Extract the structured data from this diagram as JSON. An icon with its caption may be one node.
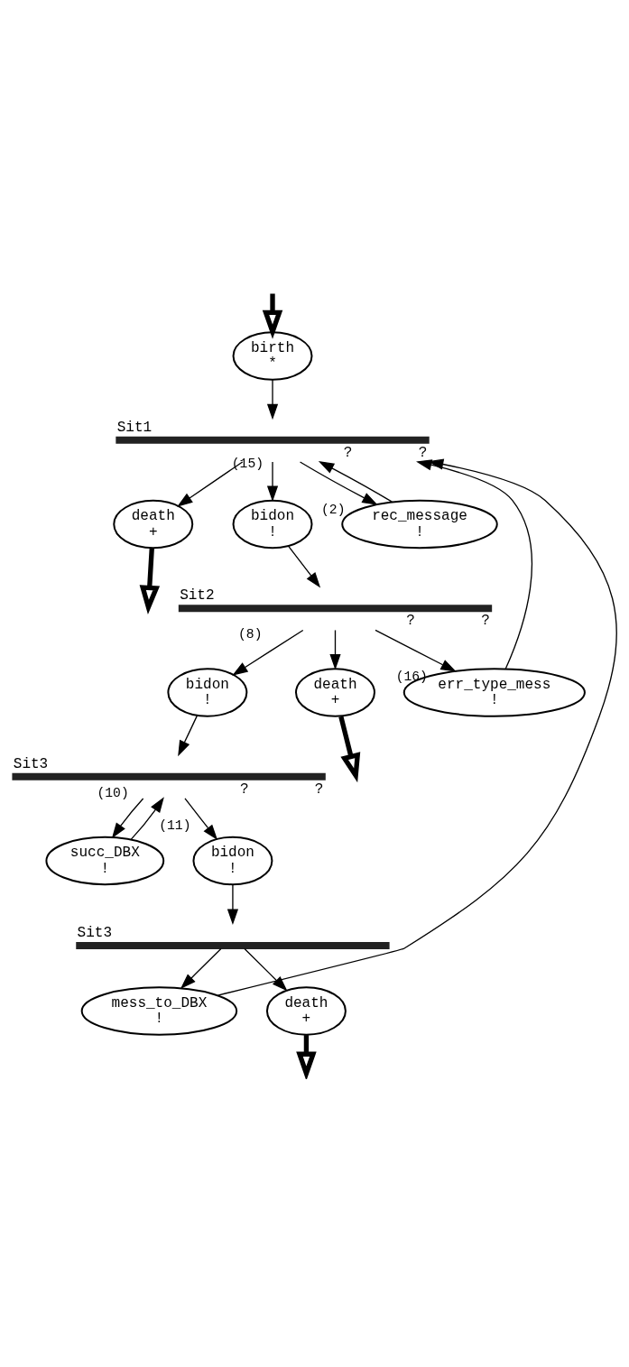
{
  "diagram": {
    "nodes": [
      {
        "text": [
          "birth",
          "*"
        ]
      },
      {
        "text": [
          "Sit1"
        ],
        "beside": [
          "?",
          "?"
        ]
      },
      {
        "text": [
          "death",
          "+"
        ]
      },
      {
        "text": [
          "bidon",
          "!"
        ]
      },
      {
        "text": [
          "rec_message",
          "!"
        ]
      },
      {
        "text": [
          "Sit2"
        ],
        "beside": [
          "?",
          "?"
        ]
      },
      {
        "text": [
          "bidon",
          "!"
        ]
      },
      {
        "text": [
          "death",
          "+"
        ]
      },
      {
        "text": [
          "err_type_mess",
          "!"
        ]
      },
      {
        "text": [
          "Sit3"
        ],
        "beside": [
          "?",
          "?"
        ]
      },
      {
        "text": [
          "succ_DBX",
          "!"
        ]
      },
      {
        "text": [
          "bidon",
          "!"
        ]
      },
      {
        "text": [
          "Sit3"
        ]
      },
      {
        "text": [
          "mess_to_DBX",
          "!"
        ]
      },
      {
        "text": [
          "death",
          "+"
        ]
      }
    ],
    "edges": [
      {
        "from": null,
        "to": 0,
        "arrow": "to",
        "style": "thick"
      },
      {
        "from": 0,
        "to": 1,
        "arrow": "to"
      },
      {
        "from": 1,
        "to": 2,
        "arrow": "to"
      },
      {
        "from": 1,
        "to": 3,
        "arrow": "to",
        "label": "(15)"
      },
      {
        "from": 1,
        "to": 4,
        "arrow": "to",
        "label": "(2)"
      },
      {
        "from": 4,
        "to": 1,
        "arrow": "to"
      },
      {
        "from": 8,
        "to": 1,
        "arrow": "to"
      },
      {
        "from": 13,
        "to": 1,
        "arrow": "to"
      },
      {
        "from": 2,
        "to": null,
        "arrow": "to",
        "style": "thick"
      },
      {
        "from": 3,
        "to": 5,
        "arrow": "to"
      },
      {
        "from": 5,
        "to": 6,
        "arrow": "to",
        "label": "(8)"
      },
      {
        "from": 5,
        "to": 7,
        "arrow": "to"
      },
      {
        "from": 5,
        "to": 8,
        "arrow": "to",
        "label": "(16)"
      },
      {
        "from": 7,
        "to": null,
        "arrow": "to",
        "style": "thick"
      },
      {
        "from": 6,
        "to": 9,
        "arrow": "to"
      },
      {
        "from": 9,
        "to": 10,
        "arrow": "to",
        "label": "(10)"
      },
      {
        "from": 9,
        "to": 11,
        "arrow": "to",
        "label": "(11)"
      },
      {
        "from": 10,
        "to": 9,
        "arrow": "to"
      },
      {
        "from": 11,
        "to": 12,
        "arrow": "to"
      },
      {
        "from": 12,
        "to": 13,
        "arrow": "to"
      },
      {
        "from": 12,
        "to": 14,
        "arrow": "to"
      },
      {
        "from": 14,
        "to": null,
        "arrow": "to",
        "style": "thick"
      }
    ]
  }
}
